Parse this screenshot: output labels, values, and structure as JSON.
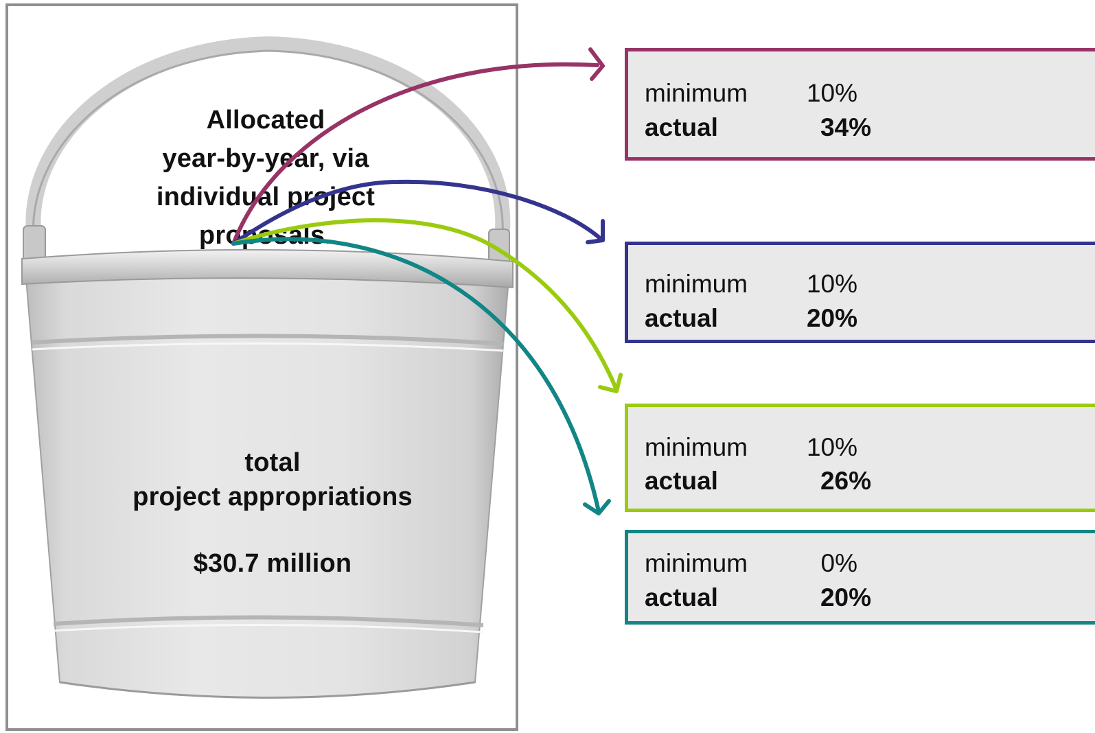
{
  "bucket": {
    "allocated_lines": [
      "Allocated",
      "year-by-year, via",
      "individual project",
      "proposals."
    ],
    "total_lines": [
      "total",
      "project appropriations"
    ],
    "amount": "$30.7 million"
  },
  "boxes": [
    {
      "minimum_label": "minimum",
      "minimum_value": "10%",
      "actual_label": "actual",
      "actual_value": "34%",
      "color": "#983366"
    },
    {
      "minimum_label": "minimum",
      "minimum_value": "10%",
      "actual_label": "actual",
      "actual_value": "20%",
      "color": "#34348f"
    },
    {
      "minimum_label": "minimum",
      "minimum_value": "10%",
      "actual_label": "actual",
      "actual_value": "26%",
      "color": "#9acb0e"
    },
    {
      "minimum_label": "minimum",
      "minimum_value": "0%",
      "actual_label": "actual",
      "actual_value": "20%",
      "color": "#128586"
    }
  ]
}
